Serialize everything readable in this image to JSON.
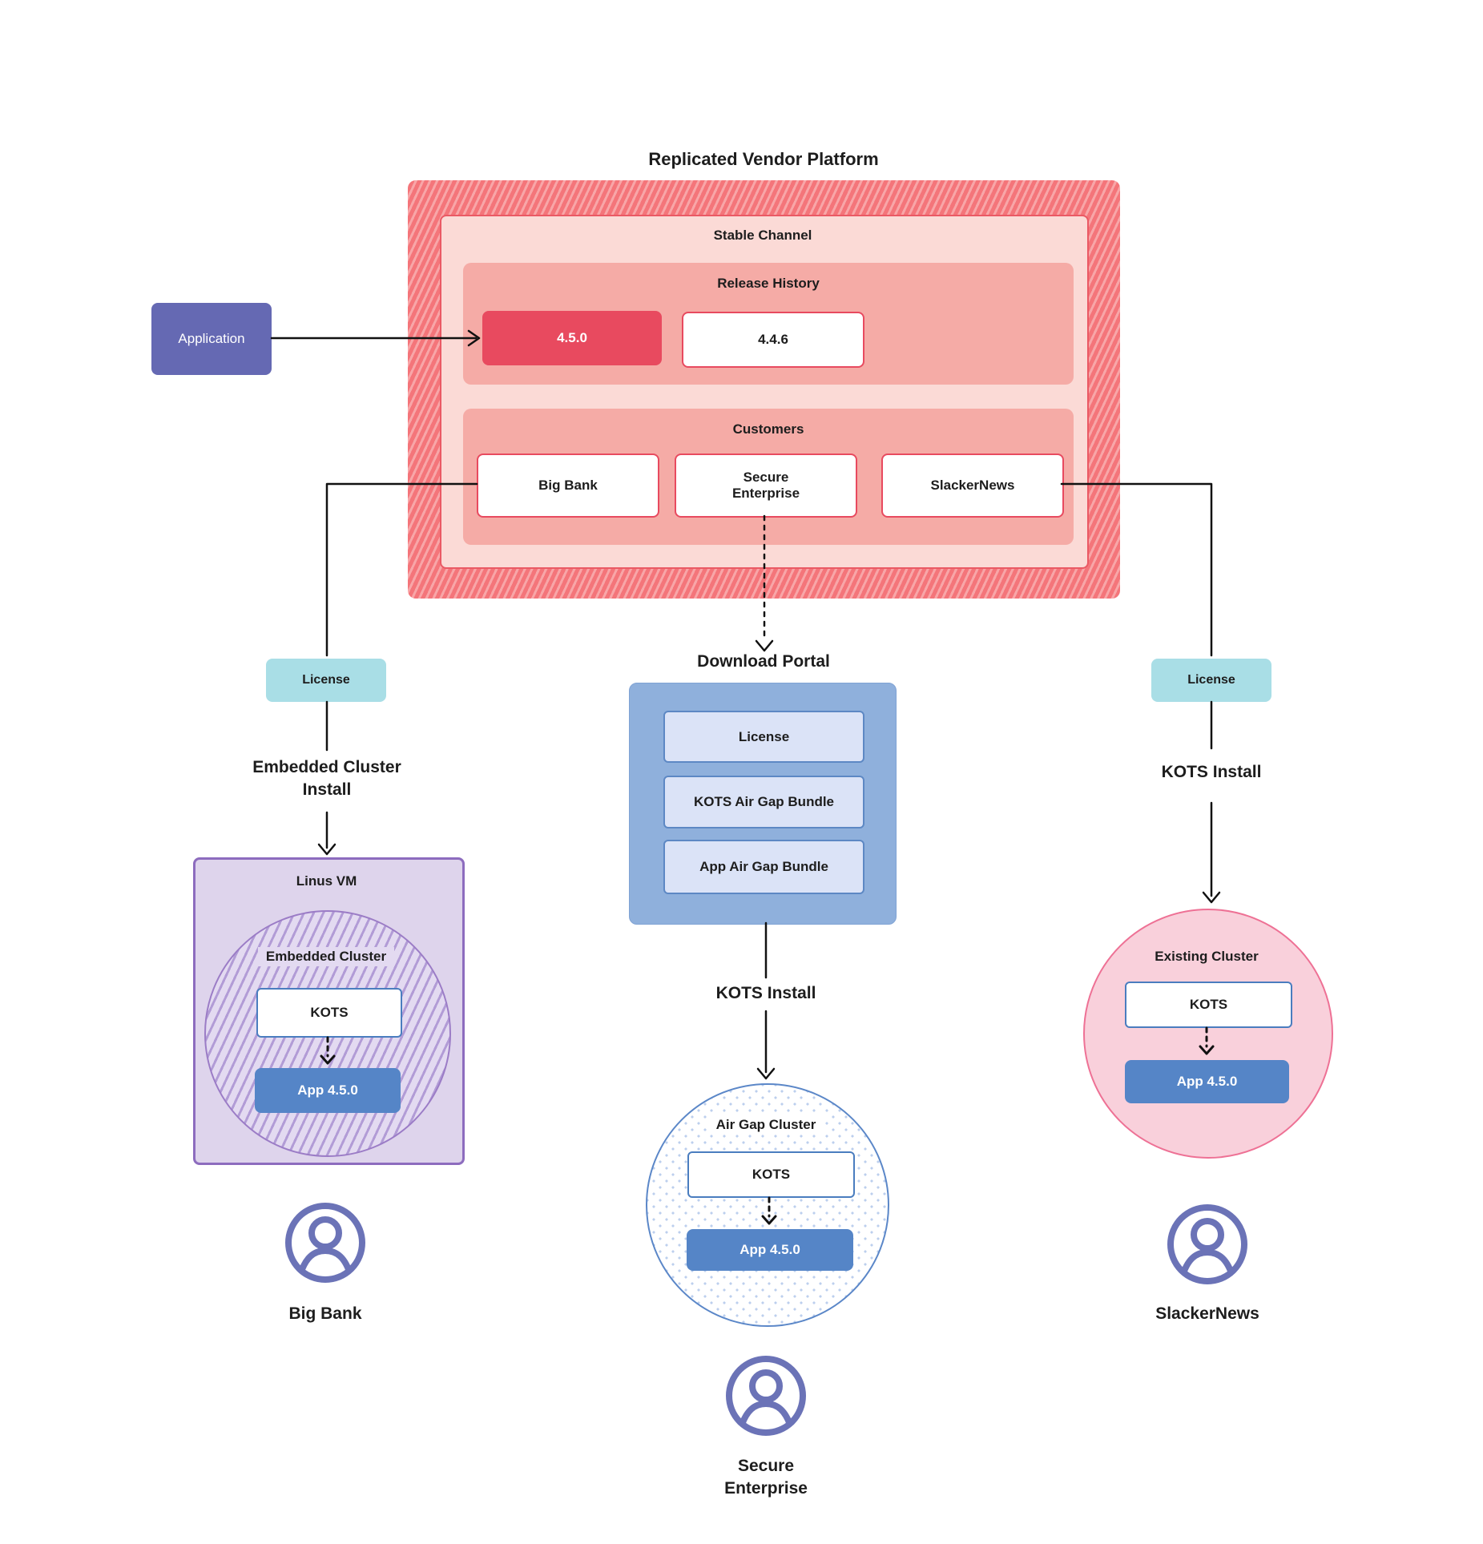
{
  "title": "Replicated Vendor Platform",
  "platform": {
    "stable_channel_label": "Stable Channel",
    "release_history_label": "Release History",
    "releases": [
      {
        "version": "4.5.0",
        "state": "current"
      },
      {
        "version": "4.4.6",
        "state": "previous"
      }
    ],
    "customers_label": "Customers",
    "customers": [
      {
        "name": "Big Bank"
      },
      {
        "name": "Secure Enterprise"
      },
      {
        "name": "SlackerNews"
      }
    ]
  },
  "application_label": "Application",
  "download_portal": {
    "title": "Download Portal",
    "items": [
      {
        "label": "License"
      },
      {
        "label": "KOTS Air Gap Bundle"
      },
      {
        "label": "App Air Gap Bundle"
      }
    ],
    "install_label": "KOTS Install"
  },
  "big_bank_flow": {
    "license_label": "License",
    "install_label": "Embedded Cluster Install",
    "vm_label": "Linus VM",
    "cluster_label": "Embedded Cluster",
    "kots_label": "KOTS",
    "app_label": "App 4.5.0",
    "customer_name": "Big Bank"
  },
  "secure_enterprise_flow": {
    "cluster_label": "Air Gap Cluster",
    "kots_label": "KOTS",
    "app_label": "App 4.5.0",
    "customer_name": "Secure Enterprise"
  },
  "slackernews_flow": {
    "license_label": "License",
    "install_label": "KOTS Install",
    "cluster_label": "Existing Cluster",
    "kots_label": "KOTS",
    "app_label": "App 4.5.0",
    "customer_name": "SlackerNews"
  },
  "colors": {
    "hatch_red_dark": "#f4757a",
    "hatch_red_light": "#f8a6a8",
    "stable_channel_fill": "#fbdad6",
    "panel_pink": "#f5aba6",
    "release_red": "#e84a5f",
    "application_purple": "#6569b3",
    "license_teal": "#a9dee6",
    "download_portal_blue": "#8fb0dc",
    "bundle_item_fill": "#dbe3f7",
    "bundle_item_border": "#5d88c4",
    "vm_purple_fill": "#ded4ec",
    "vm_purple_border": "#8d6cbe",
    "cluster_hatch_purple": "#b29cd6",
    "dot_blue": "#bccfee",
    "kots_border_blue": "#4a7dbf",
    "app_blue": "#5585c7",
    "existing_cluster_fill": "#f9d0db",
    "existing_cluster_border": "#ee7195",
    "user_icon_purple": "#6b73b7",
    "connector_black": "#111111"
  }
}
